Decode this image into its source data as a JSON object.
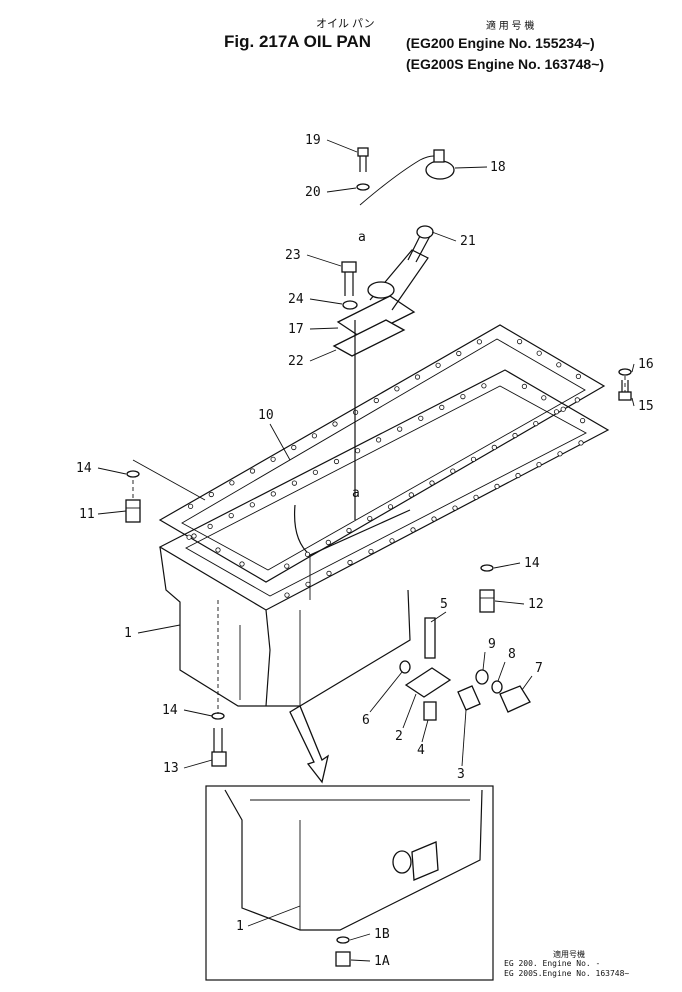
{
  "title": {
    "japanese": "オイル パン",
    "main": "Fig. 217A OIL PAN",
    "applicability_jp": "適 用 号 機",
    "line1": "(EG200   Engine No. 155234~)",
    "line2": "(EG200S  Engine No. 163748~)"
  },
  "callouts": [
    "19",
    "20",
    "18",
    "21",
    "23",
    "24",
    "17",
    "22",
    "16",
    "15",
    "10",
    "14",
    "11",
    "14",
    "12",
    "5",
    "9",
    "8",
    "7",
    "1",
    "6",
    "2",
    "4",
    "3",
    "14",
    "13",
    "1",
    "1B",
    "1A"
  ],
  "refs": [
    "a",
    "a"
  ],
  "inset_note": {
    "heading": "適用号機",
    "line1": "EG 200.  Engine No.       -",
    "line2": "EG 200S.Engine No.  163748~"
  }
}
